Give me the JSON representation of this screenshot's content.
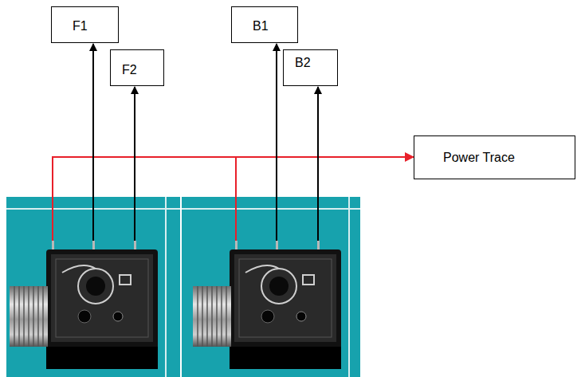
{
  "diagram": {
    "nodes": [
      {
        "text": [
          "F1"
        ]
      },
      {
        "text": [
          "F2"
        ]
      },
      {
        "text": [
          "B1"
        ]
      },
      {
        "text": [
          "B2"
        ]
      },
      {
        "text": [
          "Power Trace"
        ]
      }
    ]
  }
}
